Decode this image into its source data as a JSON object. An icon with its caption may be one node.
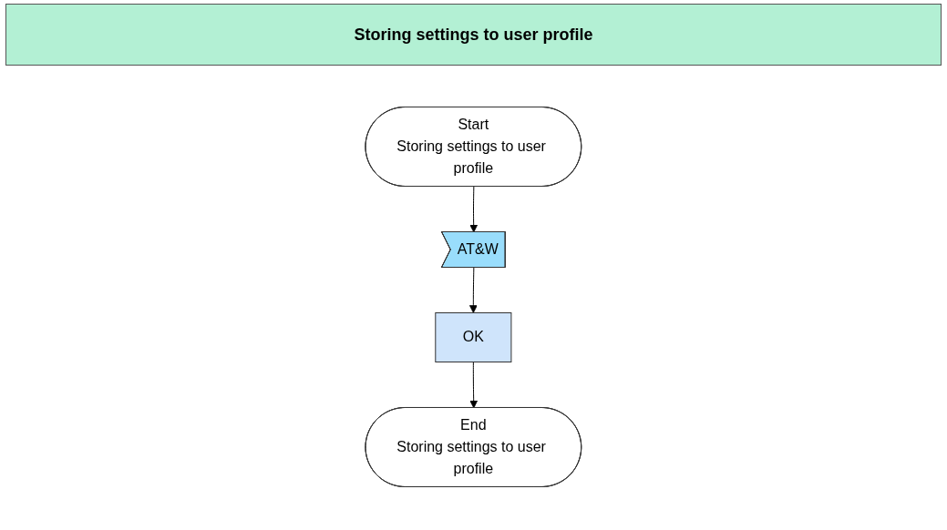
{
  "diagram": {
    "title": "Storing settings to user profile",
    "nodes": [
      {
        "text": [
          "Start",
          "Storing settings to user profile"
        ]
      },
      {
        "text": [
          "AT&W"
        ]
      },
      {
        "text": [
          "OK"
        ]
      },
      {
        "text": [
          "End",
          "Storing settings to user profile"
        ]
      }
    ],
    "edges": [
      {
        "from": 0,
        "to": 1,
        "arrow": "to"
      },
      {
        "from": 1,
        "to": 2,
        "arrow": "to"
      },
      {
        "from": 2,
        "to": 3,
        "arrow": "to"
      }
    ]
  }
}
